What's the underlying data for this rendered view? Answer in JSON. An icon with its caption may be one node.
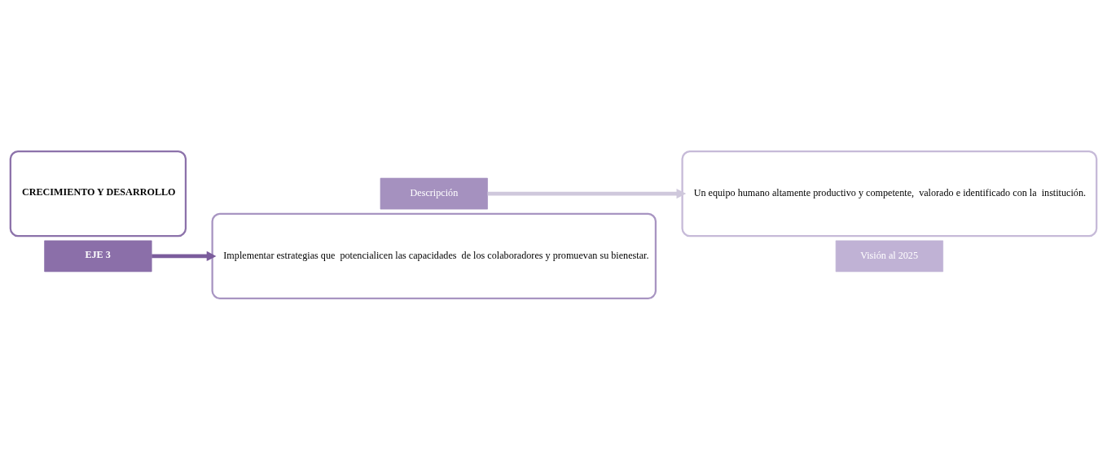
{
  "diagram": {
    "nodes": [
      {
        "text": [
          "CRECIMIENTO Y DESARROLLO"
        ]
      },
      {
        "text": [
          "EJE 3"
        ]
      },
      {
        "text": [
          "Implementar estrategias que  potencialicen las capacidades  de los colaboradores y promuevan su bienestar."
        ]
      },
      {
        "text": [
          "Descripción"
        ]
      },
      {
        "text": [
          "Un equipo humano altamente productivo y competente,  valorado e identificado con la  institución."
        ]
      },
      {
        "text": [
          "Visión al 2025"
        ]
      }
    ],
    "edges": [
      {
        "from": 1,
        "to": 2,
        "arrow": "to",
        "color": "#7b5c9c"
      },
      {
        "from": 3,
        "to": 4,
        "arrow": "to",
        "color": "#cfc8dc"
      }
    ]
  }
}
